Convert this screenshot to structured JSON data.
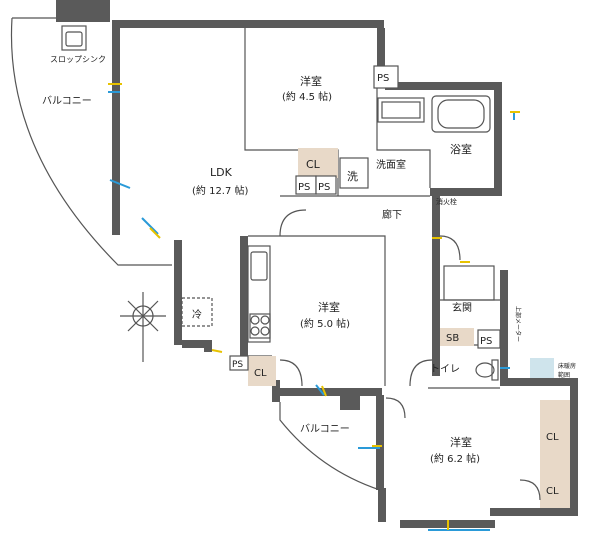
{
  "labels": {
    "slope_sink": "スロップシンク",
    "balcony_top": "バルコニー",
    "bedroom1": "洋室",
    "bedroom1_size": "(約 4.5 帖)",
    "ldk": "LDK",
    "ldk_size": "(約 12.7 帖)",
    "cl": "CL",
    "ps": "PS",
    "wash": "洗",
    "washroom": "洗面室",
    "bath": "浴室",
    "hall": "廊下",
    "fire_alarm": "消火栓",
    "fridge": "冷",
    "bedroom2": "洋室",
    "bedroom2_size": "(約 5.0 帖)",
    "entrance": "玄関",
    "sb": "SB",
    "toilet": "トイレ",
    "balcony_mid": "バルコニー",
    "bedroom3": "洋室",
    "bedroom3_size": "(約 6.2 帖)",
    "meter_note": "上部メーター",
    "legend_text_1": "床暖房",
    "legend_text_2": "範囲"
  },
  "colors": {
    "wall": "#5a5a5a",
    "closet": "#e8d9c8",
    "floor_heat": "#cfe4ec",
    "window": "#2a9ad8",
    "door_hinge": "#e7c200"
  }
}
